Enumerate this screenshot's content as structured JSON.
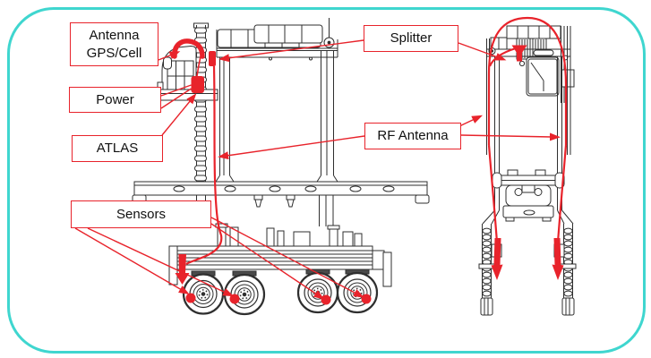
{
  "colors": {
    "annotation_red": "#e8232b",
    "drawing_line": "#2f2f2f",
    "frame_border_teal": "#3fd6cf",
    "background": "#ffffff"
  },
  "labels": {
    "antenna_gps_cell": {
      "line1": "Antenna",
      "line2": "GPS/Cell"
    },
    "power": {
      "text": "Power"
    },
    "atlas": {
      "text": "ATLAS"
    },
    "sensors": {
      "text": "Sensors"
    },
    "splitter": {
      "text": "Splitter"
    },
    "rf_antenna": {
      "text": "RF Antenna"
    }
  },
  "figures": {
    "left_view": "straddle-carrier-side-view",
    "right_view": "straddle-carrier-front-view",
    "sensor_marker_count": 4
  }
}
